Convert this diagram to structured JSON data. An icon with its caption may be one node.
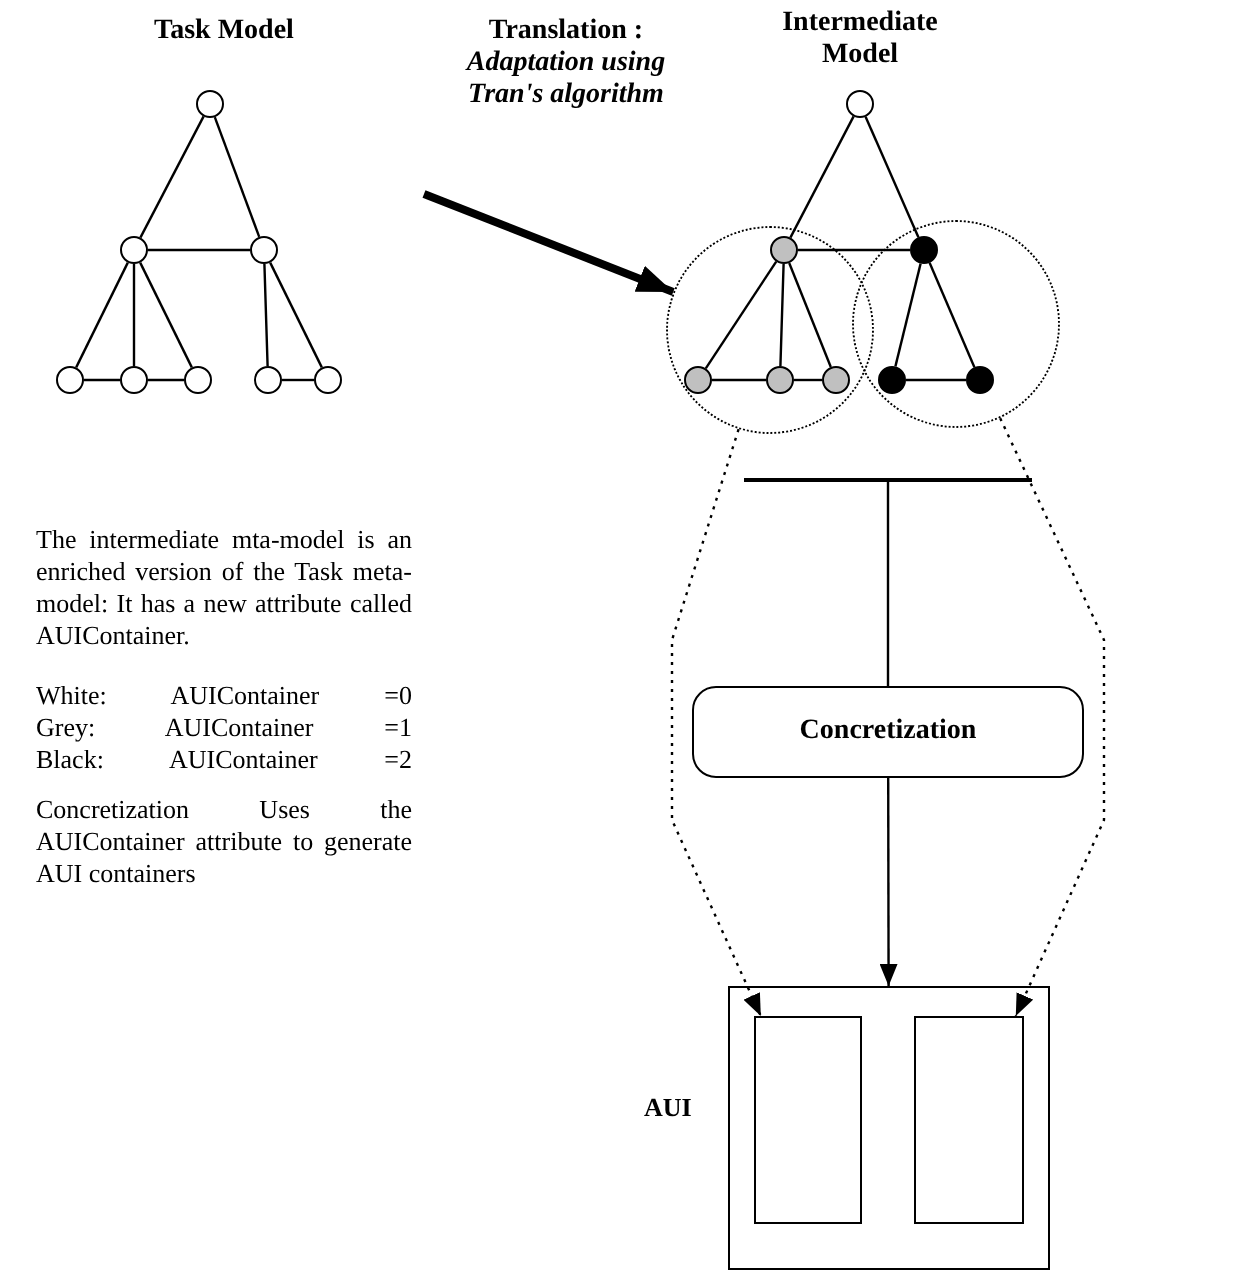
{
  "diagram": {
    "nodes": [
      {
        "text": [],
        "shape": "circle"
      },
      {
        "text": [],
        "shape": "circle"
      },
      {
        "text": [],
        "shape": "circle"
      },
      {
        "text": [],
        "shape": "circle"
      },
      {
        "text": [],
        "shape": "circle"
      },
      {
        "text": [],
        "shape": "circle"
      },
      {
        "text": [],
        "shape": "circle"
      },
      {
        "text": [],
        "shape": "circle"
      },
      {
        "text": [],
        "shape": "circle"
      },
      {
        "text": [],
        "shape": "circle"
      },
      {
        "text": [],
        "shape": "circle",
        "in": 9
      },
      {
        "text": [],
        "shape": "circle",
        "in": 9
      },
      {
        "text": [],
        "shape": "circle",
        "in": 9
      },
      {
        "text": [],
        "shape": "circle",
        "in": 9
      },
      {
        "text": [],
        "shape": "circle"
      },
      {
        "text": [],
        "shape": "circle",
        "in": 14
      },
      {
        "text": [],
        "shape": "circle",
        "in": 14
      },
      {
        "text": [],
        "shape": "circle",
        "in": 14
      },
      {
        "text": [],
        "shape": "bar"
      },
      {
        "text": [
          "Concretization"
        ]
      },
      {
        "text": [],
        "shape": "box",
        "beside": [
          "AUI"
        ]
      },
      {
        "text": [],
        "shape": "box",
        "in": 20
      },
      {
        "text": [],
        "shape": "box",
        "in": 20
      }
    ],
    "edges": [
      {
        "from": 0,
        "to": 1,
        "arrow": "none"
      },
      {
        "from": 0,
        "to": 2,
        "arrow": "none"
      },
      {
        "from": 1,
        "to": 2,
        "arrow": "none"
      },
      {
        "from": 1,
        "to": 3,
        "arrow": "none"
      },
      {
        "from": 1,
        "to": 4,
        "arrow": "none"
      },
      {
        "from": 1,
        "to": 5,
        "arrow": "none"
      },
      {
        "from": 3,
        "to": 4,
        "arrow": "none"
      },
      {
        "from": 4,
        "to": 5,
        "arrow": "none"
      },
      {
        "from": 2,
        "to": 6,
        "arrow": "none"
      },
      {
        "from": 2,
        "to": 7,
        "arrow": "none"
      },
      {
        "from": 6,
        "to": 7,
        "arrow": "none"
      },
      {
        "from": 8,
        "to": 10,
        "arrow": "none"
      },
      {
        "from": 8,
        "to": 15,
        "arrow": "none"
      },
      {
        "from": 10,
        "to": 15,
        "arrow": "none"
      },
      {
        "from": 10,
        "to": 11,
        "arrow": "none"
      },
      {
        "from": 10,
        "to": 12,
        "arrow": "none"
      },
      {
        "from": 10,
        "to": 13,
        "arrow": "none"
      },
      {
        "from": 11,
        "to": 12,
        "arrow": "none"
      },
      {
        "from": 12,
        "to": 13,
        "arrow": "none"
      },
      {
        "from": 15,
        "to": 16,
        "arrow": "none"
      },
      {
        "from": 15,
        "to": 17,
        "arrow": "none"
      },
      {
        "from": 16,
        "to": 17,
        "arrow": "none"
      },
      {
        "from": null,
        "to": 9,
        "arrow": "to",
        "style": "thick",
        "label": "Translation : Adaptation using Tran's algorithm"
      },
      {
        "from": 18,
        "to": 19,
        "arrow": "none"
      },
      {
        "from": 19,
        "to": 20,
        "arrow": "to"
      },
      {
        "from": 9,
        "to": 21,
        "arrow": "to",
        "style": "dashed"
      },
      {
        "from": 14,
        "to": 22,
        "arrow": "to",
        "style": "dashed"
      }
    ],
    "labels": [
      "Task Model",
      "Intermediate Model",
      "The intermediate mta-model is an enriched version of the Task meta-model: It has a new attribute called AUIContainer.",
      "White: AUIContainer =0",
      "Grey: AUIContainer =1",
      "Black: AUIContainer =2",
      "Concretization Uses the AUIContainer attribute to generate AUI containers"
    ]
  }
}
